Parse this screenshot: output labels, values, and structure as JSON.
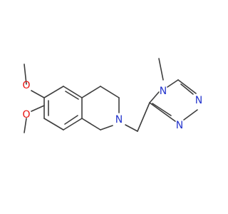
{
  "molecule": {
    "atoms": {
      "o_top": "O",
      "o_bottom": "O",
      "n_ring": "N",
      "n_methyl": "N",
      "n_triazole_right": "N",
      "n_triazole_bottom": "N"
    }
  },
  "colors": {
    "bond": "#3d3d3d",
    "oxygen": "#e8110e",
    "nitrogen": "#2233cc",
    "background": "#ffffff"
  }
}
